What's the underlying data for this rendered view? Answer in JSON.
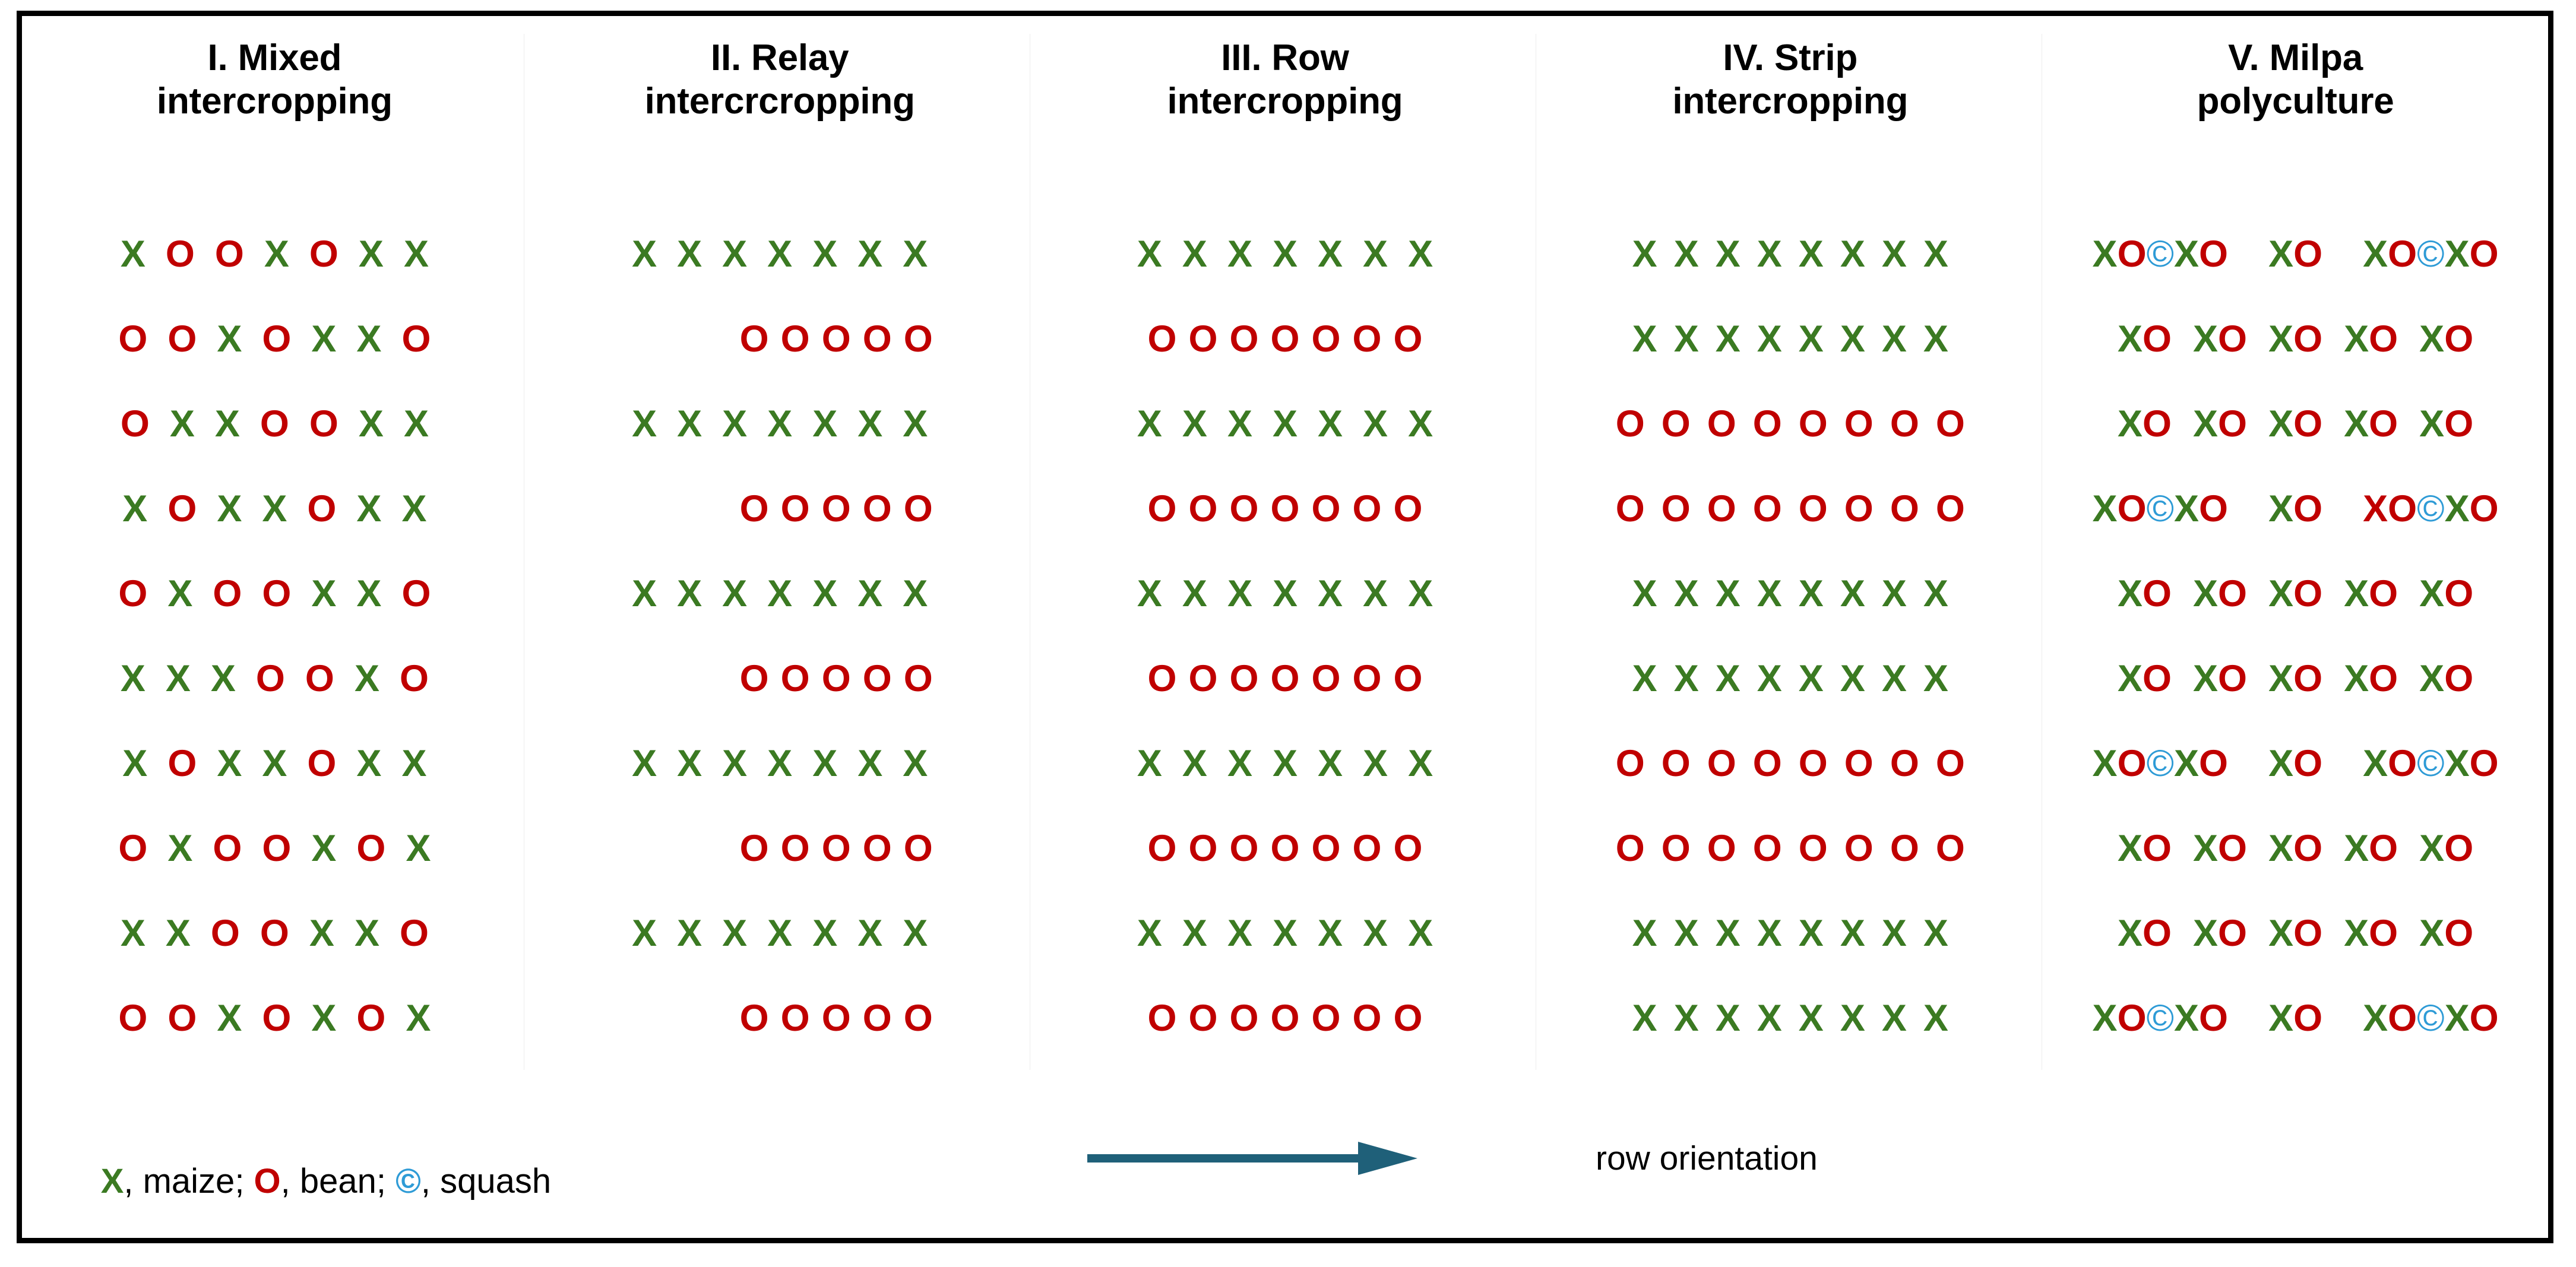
{
  "figure": {
    "border_color": "#000000",
    "background": "#ffffff"
  },
  "colors": {
    "maize_green": "#3B7A22",
    "bean_red": "#C00000",
    "squash_blue": "#2E9BD6",
    "arrow_teal": "#1F6079",
    "text_black": "#000000"
  },
  "panels": [
    {
      "id": "mixed",
      "header_line1": "I. Mixed",
      "header_line2": "intercropping",
      "rows": [
        "X O O X O X X",
        "O O X O X X O",
        "O X X O O X X",
        "X O X X O X X",
        "O X O O X X O",
        "X X X O O X O",
        "X O X X O X X",
        "O X O O X O X",
        "X X O O X X O",
        "O O X O X O X"
      ]
    },
    {
      "id": "relay",
      "header_line1": "II. Relay",
      "header_line2": "intercrcropping",
      "rows": [
        "X X X X X X X",
        "O O O O O",
        "X X X X X X X",
        "O O O O O",
        "X X X X X X X",
        "O O O O O",
        "X X X X X X X",
        "O O O O O",
        "X X X X X X X",
        "O O O O O"
      ]
    },
    {
      "id": "row",
      "header_line1": "III. Row",
      "header_line2": "intercropping",
      "rows": [
        "X X X X X X X",
        "O O O O O O O",
        "X X X X X X X",
        "O O O O O O O",
        "X X X X X X X",
        "O O O O O O O",
        "X X X X X X X",
        "O O O O O O O",
        "X X X X X X X",
        "O O O O O O O"
      ]
    },
    {
      "id": "strip",
      "header_line1": "IV. Strip",
      "header_line2": "intercropping",
      "rows": [
        "X X X X X X X X",
        "X X X X X X X X",
        "O O O O O O O O",
        "O O O O O O O O",
        "X X X X X X X X",
        "X X X X X X X X",
        "O O O O O O O O",
        "O O O O O O O O",
        "X X X X X X X X",
        "X X X X X X X X"
      ]
    },
    {
      "id": "milpa",
      "header_line1": "V. Milpa",
      "header_line2": "polyculture",
      "rows": [
        [
          "XO©XO",
          "XO",
          "XO©XO"
        ],
        [
          "XO",
          "XO",
          "XO",
          "XO",
          "XO"
        ],
        [
          "XO",
          "XO",
          "XO",
          "XO",
          "XO"
        ],
        [
          "XO©XO",
          "XO",
          "XO©XO"
        ],
        [
          "XO",
          "XO",
          "XO",
          "XO",
          "XO"
        ],
        [
          "XO",
          "XO",
          "XO",
          "XO",
          "XO"
        ],
        [
          "XO©XO",
          "XO",
          "XO©XO"
        ],
        [
          "XO",
          "XO",
          "XO",
          "XO",
          "XO"
        ],
        [
          "XO",
          "XO",
          "XO",
          "XO",
          "XO"
        ],
        [
          "XO©XO",
          "XO",
          "XO©XO"
        ]
      ]
    }
  ],
  "legend": {
    "maize_symbol": "X",
    "maize_label": ", maize; ",
    "bean_symbol": "O",
    "bean_label": ", bean; ",
    "squash_symbol": "©",
    "squash_label": ", squash"
  },
  "orientation": {
    "label": "row orientation",
    "arrow_color": "#1F6079",
    "direction": "right"
  }
}
